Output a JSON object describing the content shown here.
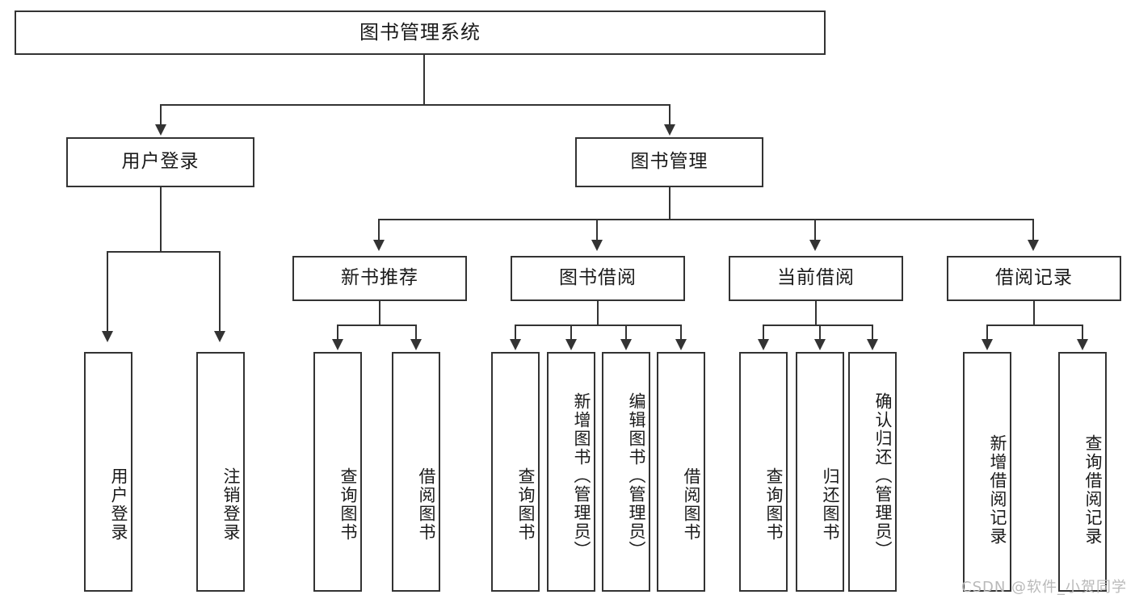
{
  "diagram": {
    "type": "hierarchy-tree",
    "title": "图书管理系统",
    "root": {
      "label": "图书管理系统"
    },
    "level2": [
      {
        "label": "用户登录"
      },
      {
        "label": "图书管理"
      }
    ],
    "level3": [
      {
        "label": "新书推荐"
      },
      {
        "label": "图书借阅"
      },
      {
        "label": "当前借阅"
      },
      {
        "label": "借阅记录"
      }
    ],
    "leaves": {
      "user_login": [
        {
          "label": "用户登录"
        },
        {
          "label": "注销登录"
        }
      ],
      "new_book_recommend": [
        {
          "label": "查询图书"
        },
        {
          "label": "借阅图书"
        }
      ],
      "book_borrow": [
        {
          "label": "查询图书"
        },
        {
          "label": "新增图书（管理员）"
        },
        {
          "label": "编辑图书（管理员）"
        },
        {
          "label": "借阅图书"
        }
      ],
      "current_borrow": [
        {
          "label": "查询图书"
        },
        {
          "label": "归还图书"
        },
        {
          "label": "确认归还（管理员）"
        }
      ],
      "borrow_record": [
        {
          "label": "新增借阅记录"
        },
        {
          "label": "查询借阅记录"
        }
      ]
    }
  },
  "watermark": {
    "text": "CSDN @软件_小贺同学"
  },
  "colors": {
    "stroke": "#333333",
    "background": "#ffffff",
    "text": "#1a1a1a",
    "watermark": "#b9b9b9"
  }
}
